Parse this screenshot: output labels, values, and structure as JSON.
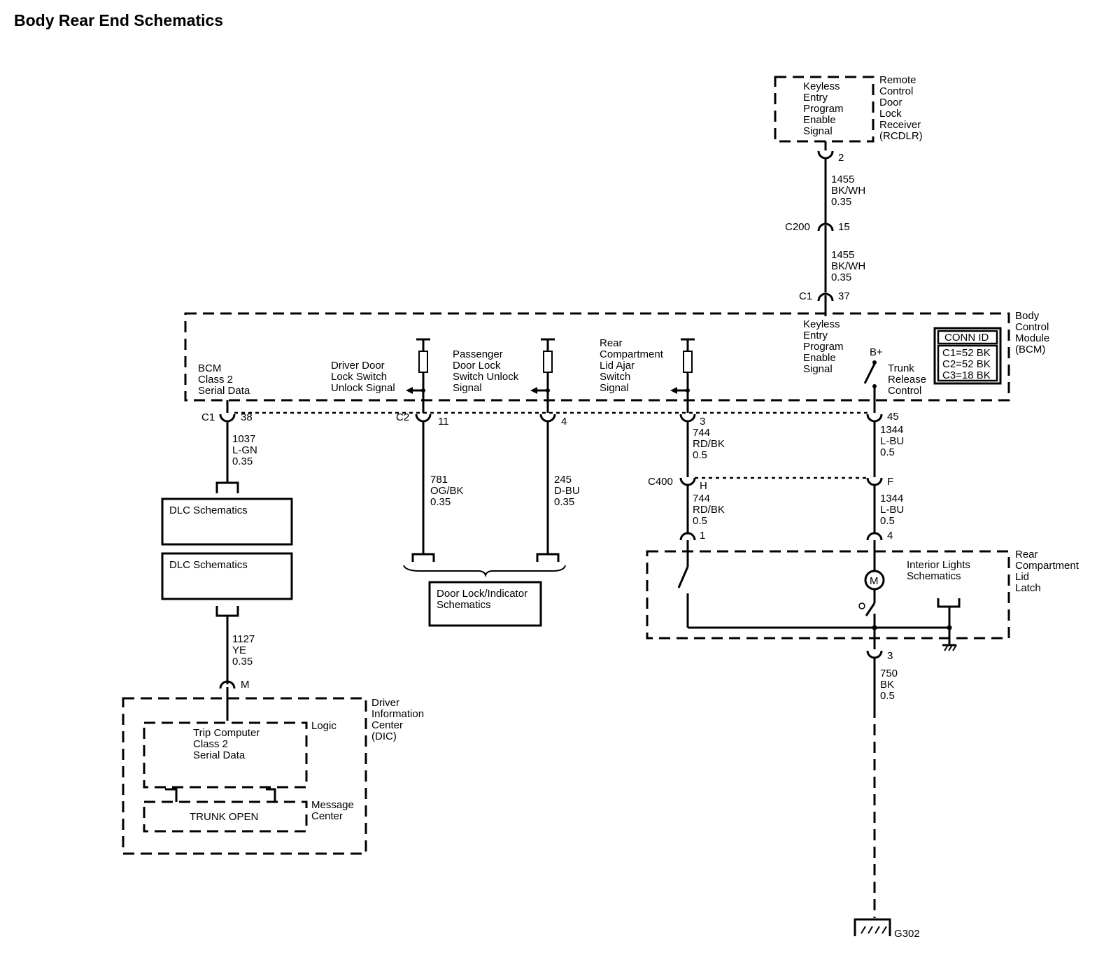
{
  "page": {
    "title": "Body Rear End Schematics"
  },
  "rcdlr": {
    "inner": [
      "Keyless",
      "Entry",
      "Program",
      "Enable",
      "Signal"
    ],
    "name": [
      "Remote",
      "Control",
      "Door",
      "Lock",
      "Receiver",
      "(RCDLR)"
    ],
    "pin": "2"
  },
  "wire_top1": [
    "1455",
    "BK/WH",
    "0.35"
  ],
  "c200": {
    "name": "C200",
    "pin": "15"
  },
  "wire_top2": [
    "1455",
    "BK/WH",
    "0.35"
  ],
  "bcm_c1_top": {
    "name": "C1",
    "pin": "37"
  },
  "bcm": {
    "name": [
      "Body",
      "Control",
      "Module",
      "(BCM)"
    ],
    "keyless": [
      "Keyless",
      "Entry",
      "Program",
      "Enable",
      "Signal"
    ],
    "class2": [
      "BCM",
      "Class 2",
      "Serial Data"
    ],
    "driver_unlock": [
      "Driver Door",
      "Lock Switch",
      "Unlock Signal"
    ],
    "pass_unlock": [
      "Passenger",
      "Door Lock",
      "Switch Unlock",
      "Signal"
    ],
    "rear_ajar": [
      "Rear",
      "Compartment",
      "Lid Ajar",
      "Switch",
      "Signal"
    ],
    "bplus": "B+",
    "trunk_release": [
      "Trunk",
      "Release",
      "Control"
    ],
    "conn_id": {
      "header": "CONN ID",
      "rows": [
        "C1=52 BK",
        "C2=52 BK",
        "C3=18 BK"
      ]
    }
  },
  "bcm_pins": {
    "c1": "C1",
    "p38": "38",
    "c2": "C2",
    "p11": "11",
    "p4": "4",
    "p3": "3",
    "p45": "45"
  },
  "wires": {
    "w1037": [
      "1037",
      "L-GN",
      "0.35"
    ],
    "w781": [
      "781",
      "OG/BK",
      "0.35"
    ],
    "w245": [
      "245",
      "D-BU",
      "0.35"
    ],
    "w744a": [
      "744",
      "RD/BK",
      "0.5"
    ],
    "w1344a": [
      "1344",
      "L-BU",
      "0.5"
    ],
    "w744b": [
      "744",
      "RD/BK",
      "0.5"
    ],
    "w1344b": [
      "1344",
      "L-BU",
      "0.5"
    ],
    "w1127": [
      "1127",
      "YE",
      "0.35"
    ],
    "w750": [
      "750",
      "BK",
      "0.5"
    ]
  },
  "c400": {
    "name": "C400",
    "pin_h": "H",
    "pin_f": "F"
  },
  "latch": {
    "pin1": "1",
    "pin4": "4",
    "pin3": "3",
    "name": [
      "Rear",
      "Compartment",
      "Lid",
      "Latch"
    ],
    "interior": [
      "Interior Lights",
      "Schematics"
    ],
    "motor": "M"
  },
  "dlc1": "DLC Schematics",
  "dlc2": "DLC Schematics",
  "doorlock": [
    "Door Lock/Indicator",
    "Schematics"
  ],
  "dic": {
    "pin": "M",
    "name": [
      "Driver",
      "Information",
      "Center",
      "(DIC)"
    ],
    "trip": [
      "Trip Computer",
      "Class 2",
      "Serial Data"
    ],
    "logic": "Logic",
    "trunk_open": "TRUNK OPEN",
    "message": [
      "Message",
      "Center"
    ]
  },
  "ground": "G302"
}
